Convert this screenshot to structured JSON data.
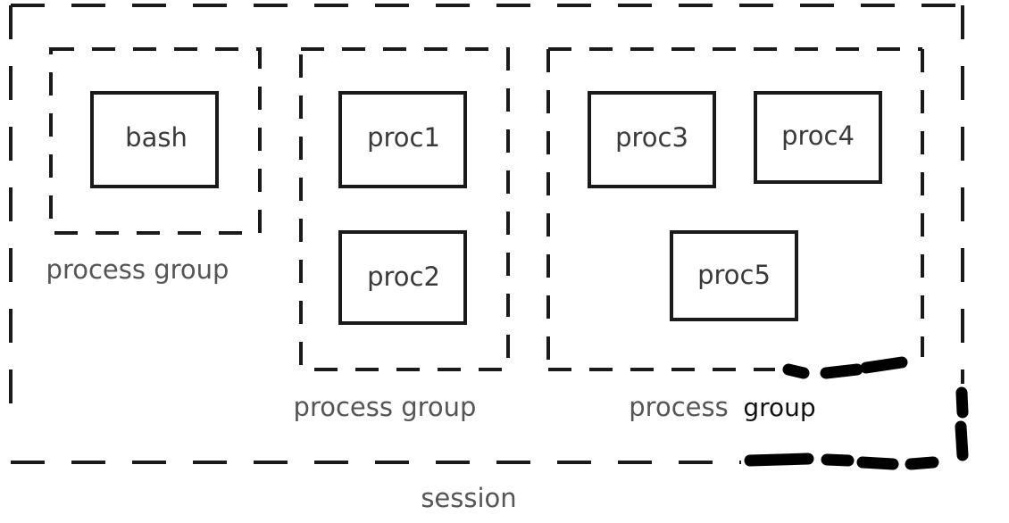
{
  "diagram": {
    "session_label": "session",
    "groups": [
      {
        "label": "process group",
        "processes": [
          "bash"
        ]
      },
      {
        "label": "process group",
        "processes": [
          "proc1",
          "proc2"
        ]
      },
      {
        "label": "process group",
        "processes": [
          "proc3",
          "proc4",
          "proc5"
        ]
      }
    ],
    "groups_3_label_parts": [
      "process",
      "group"
    ],
    "colors": {
      "stroke": "#1a1a1a",
      "text": "#3a3a3a",
      "label": "#555555",
      "background": "#ffffff"
    }
  }
}
